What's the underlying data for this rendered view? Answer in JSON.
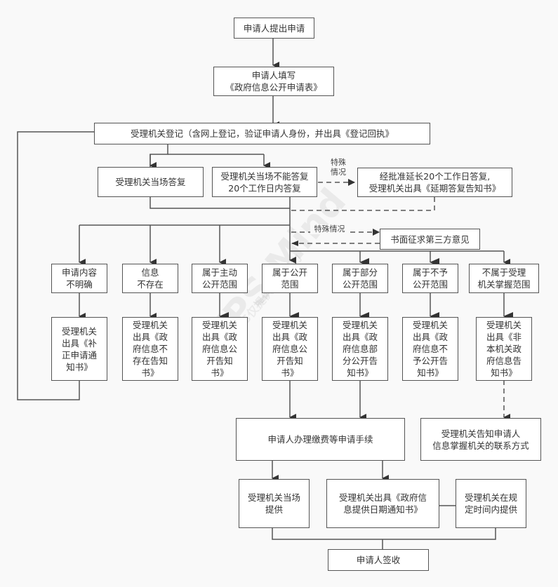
{
  "title": "政府信息公开申请流程图",
  "nodes": {
    "apply": "申请人提出申请",
    "fill_form": "申请人填写\n《政府信息公开申请表》",
    "register": "受理机关登记（含网上登记，验证申请人身份，并出具《登记回执》",
    "reply_onsite": "受理机关当场答复",
    "reply_20days": "受理机关当场不能答复\n20个工作日内答复",
    "extend": "经批准延长20个工作日答复,\n受理机关出具《延期答复告知书》",
    "third_party": "书面征求第三方意见",
    "unclear": "申请内容\n不明确",
    "not_exist": "信息\n不存在",
    "active_public": "属于主动\n公开范围",
    "public": "属于公开\n范围",
    "partial_public": "属于部分\n公开范围",
    "not_public": "属于不予\n公开范围",
    "not_in_scope": "不属于受理\n机关掌握范围",
    "notice_correction": "受理机关\n出具《补\n正申请通\n知书》",
    "notice_not_exist": "受理机关\n出具《政\n府信息不\n存在告知\n书》",
    "notice_active": "受理机关\n出具《政\n府信息公\n开告知\n书》",
    "notice_public": "受理机关\n出具《政\n府信息公\n开告知\n书》",
    "notice_partial": "受理机关\n出具《政\n府信息部\n分公开告\n知书》",
    "notice_not_public": "受理机关\n出具《政\n府信息不\n予公开告\n知书》",
    "notice_not_agency": "受理机关\n出具《非\n本机关政\n府信息告\n知书》",
    "pay_fees": "申请人办理缴费等申请手续",
    "inform_contact": "受理机关告知申请人\n信息掌握机关的联系方式",
    "provide_onsite": "受理机关当场\n提供",
    "provide_date_notice": "受理机关出具《政府信\n息提供日期通知书》",
    "provide_in_time": "受理机关在规\n定时间内提供",
    "sign": "申请人签收"
  },
  "edge_labels": {
    "special_1": "特殊\n情况",
    "special_2": "特殊情况"
  },
  "watermark": {
    "text1": "WPS Mind",
    "text2": "WPS仅提供存储能力"
  },
  "colors": {
    "line": "#444444",
    "dashed": "#555555",
    "background": "#f9f9f9",
    "node_fill": "#ffffff",
    "node_border": "#555555"
  }
}
